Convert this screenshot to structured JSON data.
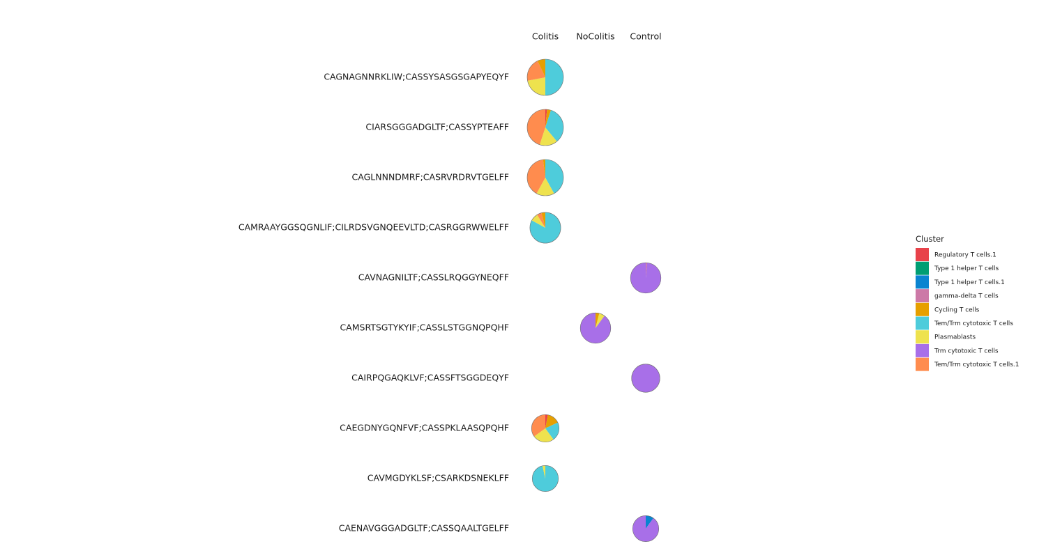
{
  "chart_data": {
    "type": "pie",
    "columns": [
      "Colitis",
      "NoColitis",
      "Control"
    ],
    "rows": [
      "CAGNAGNNRKLIW;CASSYSASGSGAPYEQYF",
      "CIARSGGGADGLTF;CASSYPTEAFF",
      "CAGLNNNDMRF;CASRVRDRVTGELFF",
      "CAMRAAYGGSQGNLIF;CILRDSVGNQEEVLTD;CASRGGRWWELFF",
      "CAVNAGNILTF;CASSLRQGGYNEQFF",
      "CAMSRTSGTYKYIF;CASSLSTGGNQPQHF",
      "CAIRPQGAQKLVF;CASSFTSGGDEQYF",
      "CAEGDNYGQNFVF;CASSPKLAASQPQHF",
      "CAVMGDYKLSF;CSARKDSNEKLFF",
      "CAENAVGGGADGLTF;CASSQAALTGELFF"
    ],
    "legend": {
      "title": "Cluster",
      "position": "right",
      "items": [
        {
          "label": "Regulatory T cells.1",
          "color": "#E8424A"
        },
        {
          "label": "Type 1 helper T cells",
          "color": "#009E73"
        },
        {
          "label": "Type 1 helper T cells.1",
          "color": "#0A84D0"
        },
        {
          "label": "gamma-delta T cells",
          "color": "#CC79A7"
        },
        {
          "label": "Cycling T cells",
          "color": "#E69F00"
        },
        {
          "label": "Tem/Trm cytotoxic T cells",
          "color": "#4ECCDB"
        },
        {
          "label": "Plasmablasts",
          "color": "#EEE24E"
        },
        {
          "label": "Trm cytotoxic T cells",
          "color": "#A86FE8"
        },
        {
          "label": "Tem/Trm cytotoxic T cells.1",
          "color": "#FF8C4E"
        }
      ]
    },
    "pies": [
      {
        "row": 0,
        "column": 0,
        "size": 1.0,
        "slices": [
          {
            "cluster": "Tem/Trm cytotoxic T cells",
            "fraction": 0.5
          },
          {
            "cluster": "Plasmablasts",
            "fraction": 0.22
          },
          {
            "cluster": "Tem/Trm cytotoxic T cells.1",
            "fraction": 0.21
          },
          {
            "cluster": "Cycling T cells",
            "fraction": 0.07
          }
        ]
      },
      {
        "row": 1,
        "column": 0,
        "size": 1.0,
        "slices": [
          {
            "cluster": "Regulatory T cells.1",
            "fraction": 0.015
          },
          {
            "cluster": "Cycling T cells",
            "fraction": 0.035
          },
          {
            "cluster": "Tem/Trm cytotoxic T cells",
            "fraction": 0.34
          },
          {
            "cluster": "Plasmablasts",
            "fraction": 0.16
          },
          {
            "cluster": "Tem/Trm cytotoxic T cells.1",
            "fraction": 0.45
          }
        ]
      },
      {
        "row": 2,
        "column": 0,
        "size": 1.0,
        "slices": [
          {
            "cluster": "Tem/Trm cytotoxic T cells",
            "fraction": 0.42
          },
          {
            "cluster": "Plasmablasts",
            "fraction": 0.16
          },
          {
            "cluster": "Tem/Trm cytotoxic T cells.1",
            "fraction": 0.4
          },
          {
            "cluster": "Cycling T cells",
            "fraction": 0.02
          }
        ]
      },
      {
        "row": 3,
        "column": 0,
        "size": 0.85,
        "slices": [
          {
            "cluster": "Tem/Trm cytotoxic T cells",
            "fraction": 0.83
          },
          {
            "cluster": "Plasmablasts",
            "fraction": 0.08
          },
          {
            "cluster": "Tem/Trm cytotoxic T cells.1",
            "fraction": 0.05
          },
          {
            "cluster": "Cycling T cells",
            "fraction": 0.04
          }
        ]
      },
      {
        "row": 4,
        "column": 2,
        "size": 0.84,
        "slices": [
          {
            "cluster": "gamma-delta T cells",
            "fraction": 0.015
          },
          {
            "cluster": "Trm cytotoxic T cells",
            "fraction": 0.985
          }
        ]
      },
      {
        "row": 5,
        "column": 1,
        "size": 0.84,
        "slices": [
          {
            "cluster": "Cycling T cells",
            "fraction": 0.04
          },
          {
            "cluster": "Plasmablasts",
            "fraction": 0.06
          },
          {
            "cluster": "Trm cytotoxic T cells",
            "fraction": 0.9
          }
        ]
      },
      {
        "row": 6,
        "column": 2,
        "size": 0.78,
        "slices": [
          {
            "cluster": "Trm cytotoxic T cells",
            "fraction": 1.0
          }
        ]
      },
      {
        "row": 7,
        "column": 0,
        "size": 0.76,
        "slices": [
          {
            "cluster": "Regulatory T cells.1",
            "fraction": 0.03
          },
          {
            "cluster": "Cycling T cells",
            "fraction": 0.15
          },
          {
            "cluster": "Tem/Trm cytotoxic T cells",
            "fraction": 0.22
          },
          {
            "cluster": "Plasmablasts",
            "fraction": 0.25
          },
          {
            "cluster": "Tem/Trm cytotoxic T cells.1",
            "fraction": 0.35
          }
        ]
      },
      {
        "row": 8,
        "column": 0,
        "size": 0.72,
        "slices": [
          {
            "cluster": "Tem/Trm cytotoxic T cells",
            "fraction": 0.965
          },
          {
            "cluster": "Plasmablasts",
            "fraction": 0.035
          }
        ]
      },
      {
        "row": 9,
        "column": 2,
        "size": 0.72,
        "slices": [
          {
            "cluster": "Type 1 helper T cells.1",
            "fraction": 0.1
          },
          {
            "cluster": "Trm cytotoxic T cells",
            "fraction": 0.9
          }
        ]
      }
    ]
  }
}
